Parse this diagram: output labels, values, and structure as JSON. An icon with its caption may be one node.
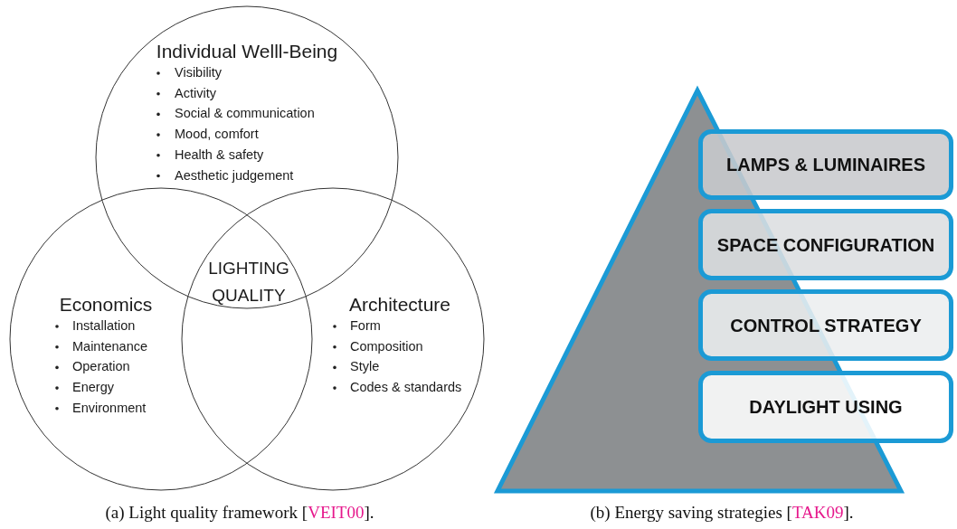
{
  "diagram": {
    "nodes": [
      {
        "text": [
          "Individual Welll-Being",
          "Visibility",
          "Activity",
          "Social & communication",
          "Mood, comfort",
          "Health & safety",
          "Aesthetic judgement"
        ]
      },
      {
        "text": [
          "Economics",
          "Installation",
          "Maintenance",
          "Operation",
          "Energy",
          "Environment"
        ]
      },
      {
        "text": [
          "Architecture",
          "Form",
          "Composition",
          "Style",
          "Codes & standards"
        ]
      },
      {
        "text": [],
        "shape": "triangle"
      },
      {
        "text": [
          "LAMPS & LUMINAIRES"
        ]
      },
      {
        "text": [
          "SPACE CONFIGURATION"
        ]
      },
      {
        "text": [
          "CONTROL STRATEGY"
        ]
      },
      {
        "text": [
          "DAYLIGHT USING"
        ]
      }
    ],
    "labels": [
      "LIGHTING QUALITY",
      "(a) Light quality framework [VEIT00].",
      "(b) Energy saving strategies [TAK09]."
    ]
  }
}
